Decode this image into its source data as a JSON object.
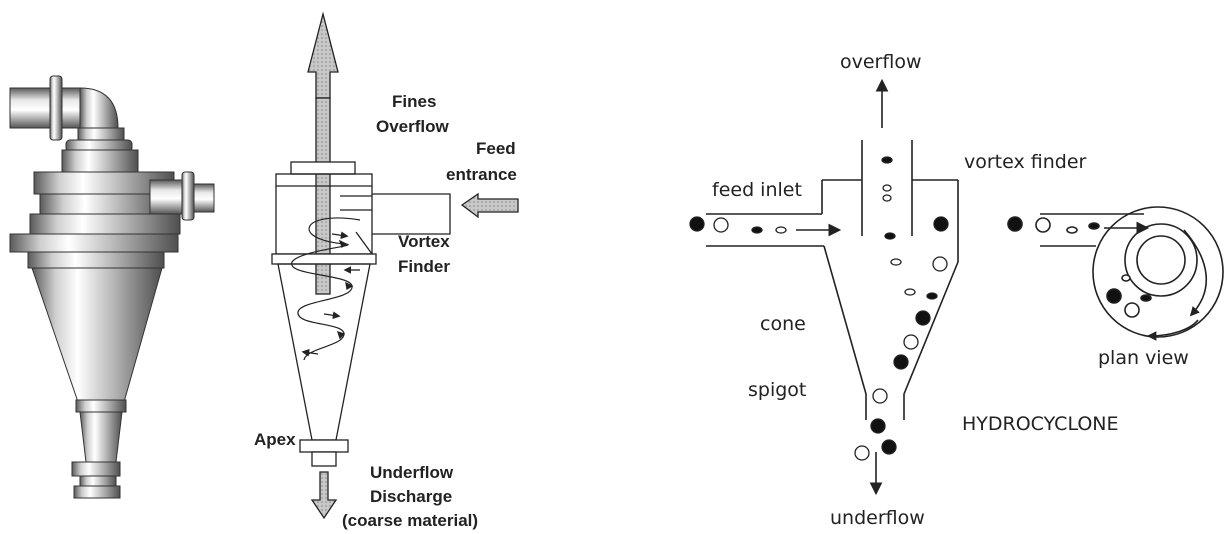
{
  "left_diagram": {
    "labels": {
      "fines": "Fines",
      "overflow": "Overflow",
      "feed": "Feed",
      "entrance": "entrance",
      "vortex": "Vortex",
      "finder": "Finder",
      "apex": "Apex",
      "underflow": "Underflow",
      "discharge": "Discharge",
      "coarse": "(coarse material)"
    }
  },
  "right_diagram": {
    "labels": {
      "overflow": "overflow",
      "vortex_finder": "vortex finder",
      "feed_inlet": "feed inlet",
      "cone": "cone",
      "spigot": "spigot",
      "plan_view": "plan view",
      "title": "HYDROCYCLONE",
      "underflow": "underflow"
    }
  },
  "colors": {
    "ink": "#222222",
    "arrow_fill": "#b8b8b8",
    "metal_dark": "#6a6a6a"
  }
}
